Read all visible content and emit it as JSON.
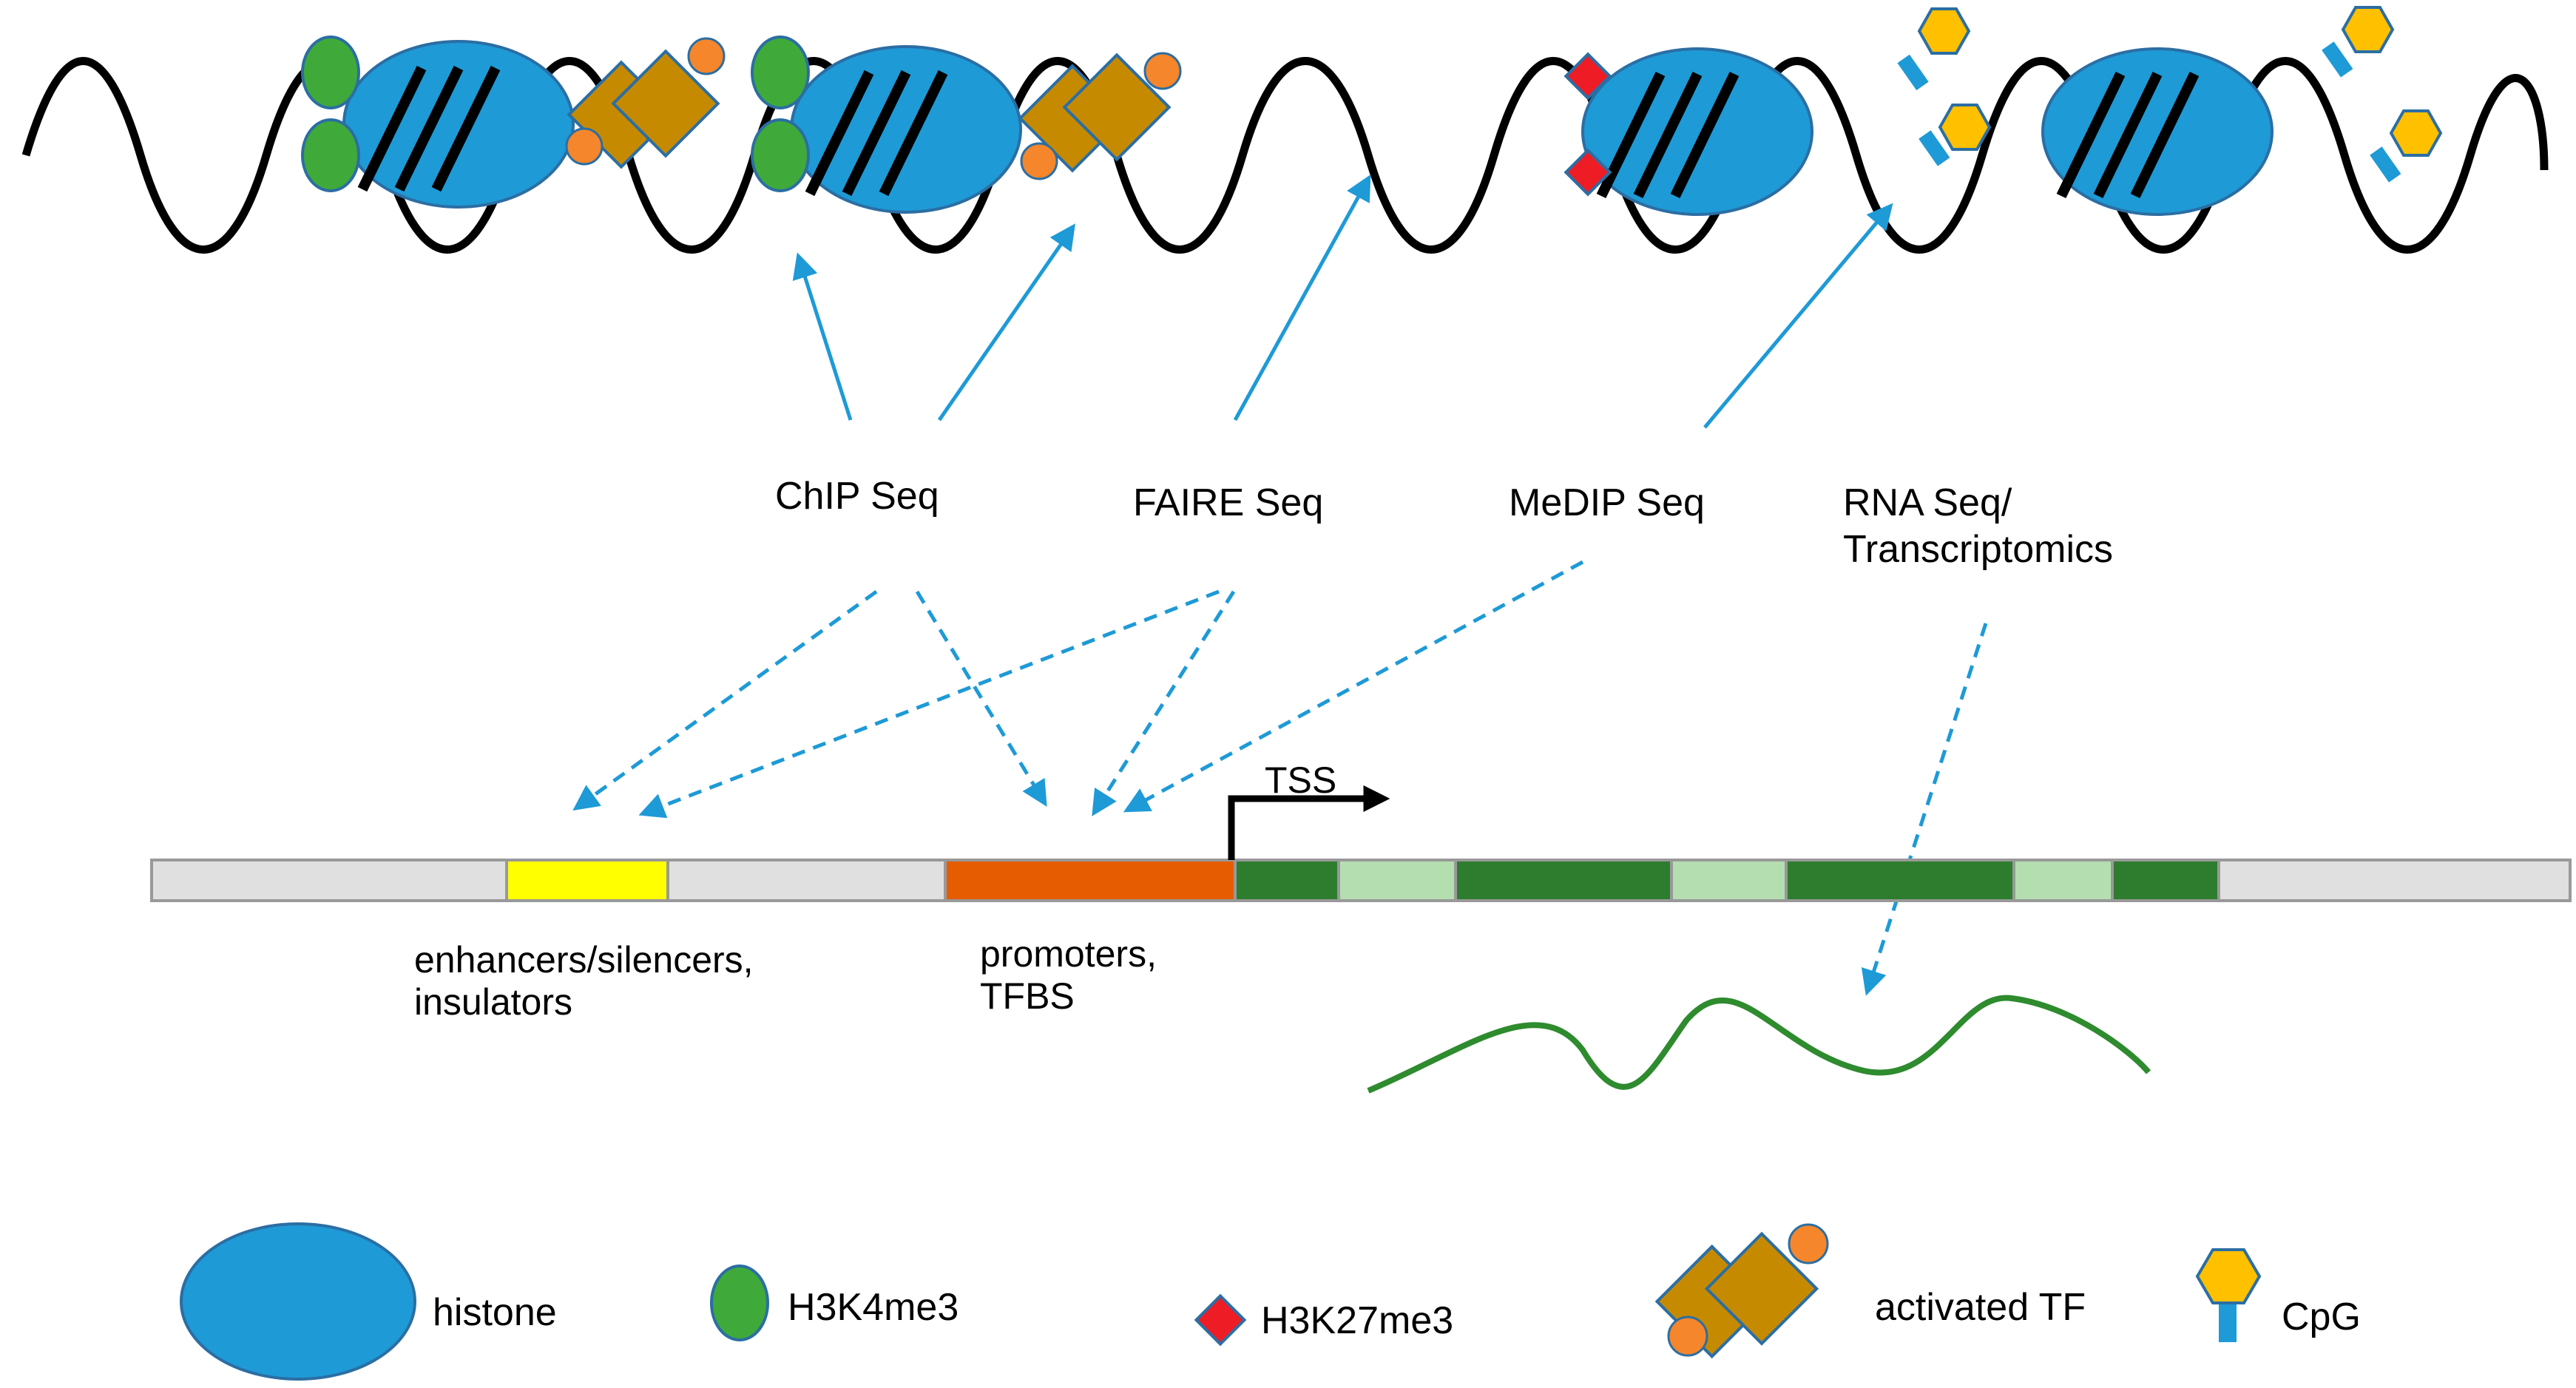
{
  "methods": {
    "chip_seq": "ChIP Seq",
    "faire_seq": "FAIRE Seq",
    "medip_seq": "MeDIP Seq",
    "rna_seq_line1": "RNA Seq/",
    "rna_seq_line2": "Transcriptomics"
  },
  "regions": {
    "enhancers_line1": "enhancers/silencers,",
    "enhancers_line2": "insulators",
    "promoters_line1": "promoters,",
    "promoters_line2": "TFBS",
    "tss": "TSS"
  },
  "legend": {
    "histone": "histone",
    "h3k4me3": "H3K4me3",
    "h3k27me3": "H3K27me3",
    "activated_tf": "activated TF",
    "cpg": "CpG"
  },
  "colors": {
    "histone": "#1e9ad6",
    "h3k4me3": "#3faa3a",
    "h3k27me3": "#ee1c25",
    "tf": "#c68a00",
    "tf_dot": "#f5862b",
    "cpg": "#ffc000",
    "arrow": "#1e9ad6",
    "enhancer": "#ffff00",
    "promoter": "#e65c00",
    "exon": "#2e7d2e",
    "intron": "#b5deb0",
    "track": "#e0e0e0",
    "rna": "#2e8b2e"
  }
}
